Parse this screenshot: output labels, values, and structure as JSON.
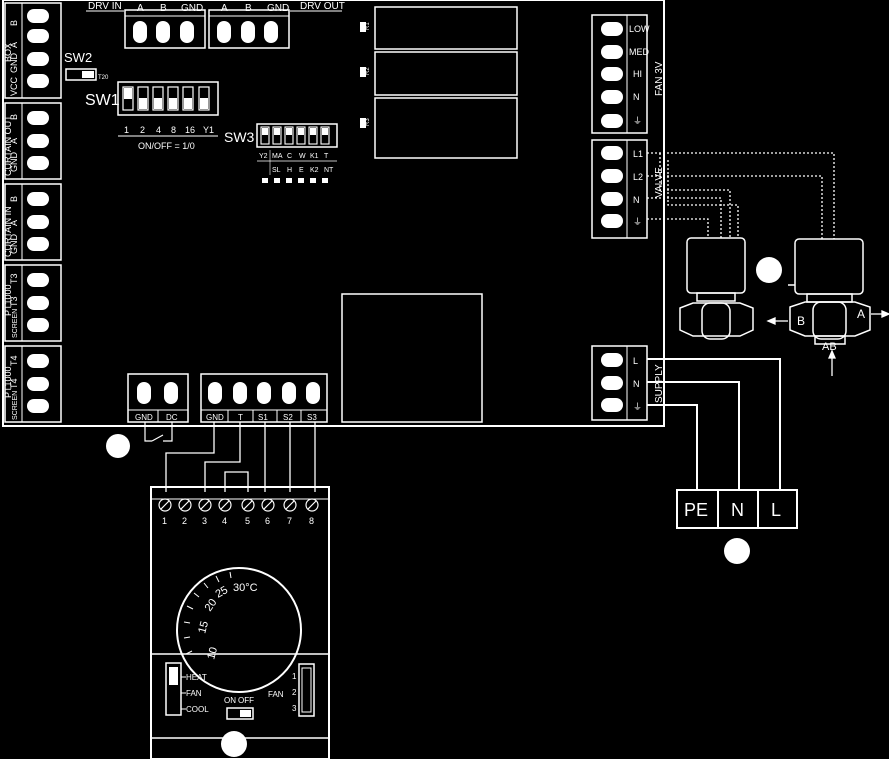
{
  "colors": {
    "background": "#000000",
    "line": "#ffffff"
  },
  "left_blocks": [
    {
      "title": "BOX",
      "pins": [
        "B",
        "A",
        "GND",
        "VCC"
      ]
    },
    {
      "title": "CURTAIN OUT",
      "pins": [
        "B",
        "A",
        "GND"
      ]
    },
    {
      "title": "CURTAIN IN",
      "pins": [
        "B",
        "A",
        "GND"
      ]
    },
    {
      "title": "PT1000",
      "pins": [
        "T3",
        "T3",
        "SCREEN"
      ]
    },
    {
      "title": "PT1000",
      "pins": [
        "T4",
        "T4",
        "SCREEN"
      ]
    }
  ],
  "top": {
    "drv_in": "DRV IN",
    "drv_out": "DRV OUT",
    "block1_pins": [
      "A",
      "B",
      "GND"
    ],
    "block2_pins": [
      "A",
      "B",
      "GND"
    ]
  },
  "sw2": {
    "label": "SW2",
    "small": "T20"
  },
  "sw1": {
    "label": "SW1",
    "positions": [
      "1",
      "2",
      "4",
      "8",
      "16",
      "Y1"
    ],
    "note": "ON/OFF = 1/0"
  },
  "sw3": {
    "label": "SW3",
    "top_row": [
      "Y2",
      "MA",
      "C",
      "W",
      "K1",
      "T"
    ],
    "bottom_row": [
      "SL",
      "H",
      "E",
      "K2",
      "NT"
    ]
  },
  "relays": [
    "R1",
    "R2",
    "R3"
  ],
  "fan": {
    "title": "FAN 3V",
    "pins": [
      "LOW",
      "MED",
      "HI",
      "N",
      "⏚"
    ]
  },
  "valve": {
    "title": "VALVE",
    "pins": [
      "L1",
      "L2",
      "N",
      "⏚"
    ]
  },
  "supply": {
    "title": "SUPPLY",
    "pins": [
      "L",
      "N",
      "⏚"
    ]
  },
  "bottom_small": {
    "pins": [
      "GND",
      "DC"
    ]
  },
  "bottom_main": {
    "pins": [
      "GND",
      "T",
      "S1",
      "S2",
      "S3"
    ]
  },
  "valve_ports": {
    "b": "B",
    "a": "A",
    "ab": "AB"
  },
  "power_terminal": [
    "PE",
    "N",
    "L"
  ],
  "thermostat": {
    "terminals": [
      "1",
      "2",
      "3",
      "4",
      "5",
      "6",
      "7",
      "8"
    ],
    "dial": [
      "10",
      "15",
      "20",
      "25",
      "30°C"
    ],
    "mode": [
      "HEAT",
      "FAN",
      "COOL"
    ],
    "on": "ON",
    "off": "OFF",
    "fan_label": "FAN",
    "fan_speeds": [
      "1",
      "2",
      "3"
    ]
  }
}
